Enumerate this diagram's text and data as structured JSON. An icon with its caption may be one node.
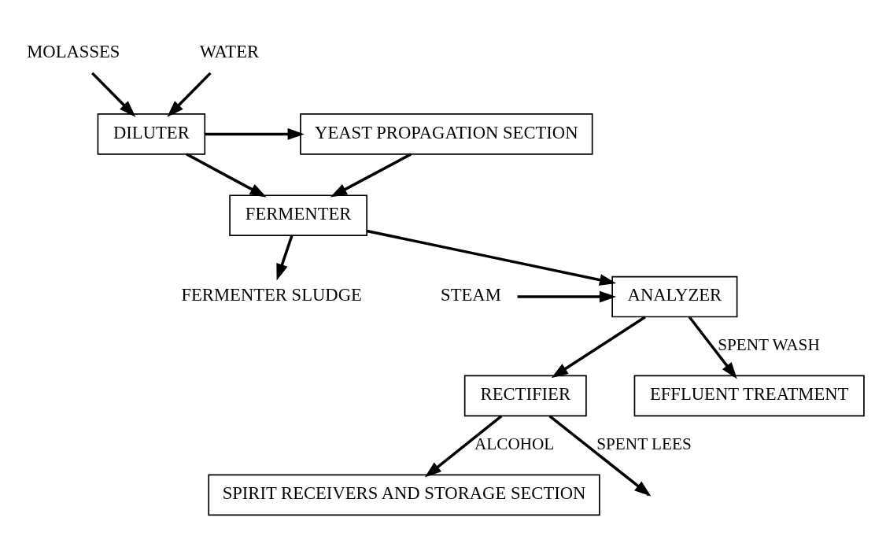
{
  "diagram": {
    "nodes": [
      {
        "text": [
          "MOLASSES"
        ]
      },
      {
        "text": [
          "WATER"
        ]
      },
      {
        "text": [
          "DILUTER"
        ]
      },
      {
        "text": [
          "YEAST PROPAGATION SECTION"
        ]
      },
      {
        "text": [
          "FERMENTER"
        ]
      },
      {
        "text": [
          "FERMENTER SLUDGE"
        ]
      },
      {
        "text": [
          "STEAM"
        ]
      },
      {
        "text": [
          "ANALYZER"
        ]
      },
      {
        "text": [
          "RECTIFIER"
        ]
      },
      {
        "text": [
          "SPIRIT RECEIVERS AND STORAGE SECTION"
        ]
      },
      {
        "text": [
          "EFFLUENT TREATMENT"
        ]
      }
    ],
    "edges": [
      {
        "from": 0,
        "to": 2,
        "arrow": "to"
      },
      {
        "from": 1,
        "to": 2,
        "arrow": "to"
      },
      {
        "from": 2,
        "to": 3,
        "arrow": "to"
      },
      {
        "from": 2,
        "to": 4,
        "arrow": "to"
      },
      {
        "from": 3,
        "to": 4,
        "arrow": "to"
      },
      {
        "from": 4,
        "to": 7,
        "arrow": "to"
      },
      {
        "from": 4,
        "to": 5,
        "arrow": "to"
      },
      {
        "from": 6,
        "to": 7,
        "arrow": "to"
      },
      {
        "from": 7,
        "to": 8,
        "arrow": "to"
      },
      {
        "from": 7,
        "to": 10,
        "arrow": "to",
        "label": "SPENT WASH"
      },
      {
        "from": 8,
        "to": null,
        "arrow": "to",
        "label": "SPENT LEES"
      },
      {
        "from": 8,
        "to": 9,
        "arrow": "to",
        "label": "ALCOHOL"
      }
    ]
  }
}
